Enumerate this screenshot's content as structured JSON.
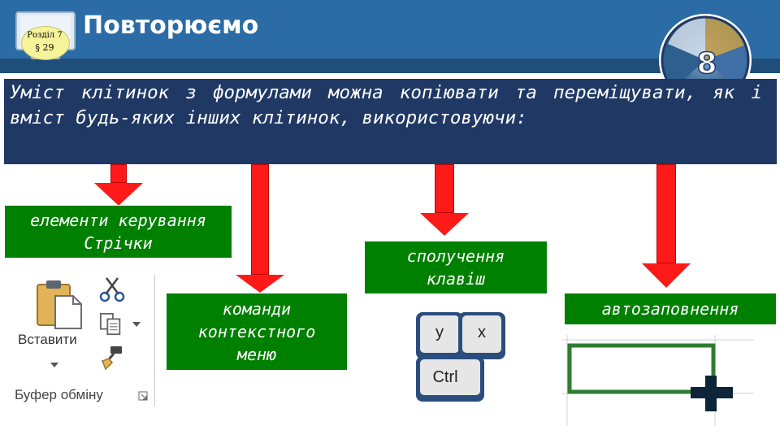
{
  "header": {
    "title": "Повторюємо",
    "section_chapter": "Розділ 7",
    "section_number": "§ 29",
    "grade": "8"
  },
  "main": {
    "statement": "Уміст клітинок з формулами можна копіювати та переміщувати, як і вміст будь-яких інших клітинок, використовуючи:"
  },
  "options": [
    {
      "label": "елементи керування Стрічки"
    },
    {
      "label": "команди контекстного меню"
    },
    {
      "label": "сполучення клавіш"
    },
    {
      "label": "автозаповнення"
    }
  ],
  "clipboard": {
    "paste_label": "Вставити",
    "group_label": "Буфер обміну",
    "icons": [
      "paste-icon",
      "cut-icon",
      "copy-icon",
      "format-painter-icon",
      "dialog-launcher-icon"
    ]
  },
  "keys": {
    "y": "y",
    "x": "x",
    "ctrl": "Ctrl"
  },
  "colors": {
    "header_blue": "#2b6ca6",
    "statement_bg": "#1f3864",
    "arrow_red": "#ff1a1a",
    "label_green": "#008000",
    "autofill_cell_border": "#2e7d32",
    "fill_handle": "#0d2538"
  }
}
